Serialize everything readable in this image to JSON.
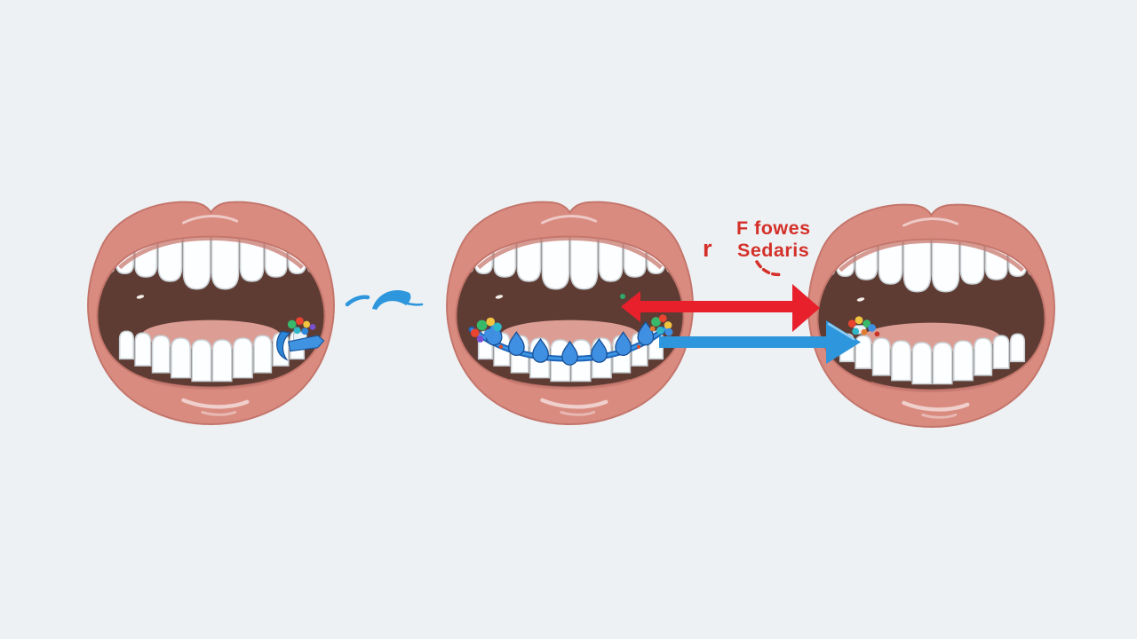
{
  "annotation": {
    "line1": "F fowes",
    "line2": "Sedaris",
    "mark": "r"
  },
  "colors": {
    "background": "#edf1f4",
    "lip": "#d98b80",
    "lip_outline": "#c4756b",
    "lip_shadow": "#c77a6f",
    "mouth_interior": "#5e3c34",
    "inner_lip": "#dc9d94",
    "tooth": "#fdfeff",
    "tooth_outline": "#c9d1d5",
    "annotation_red": "#d43029",
    "red_arrow": "#e7202c",
    "blue_arrow": "#2e96dc",
    "wire_dark": "#1c63b8",
    "wire_light": "#3e97e6",
    "bracket": "#3f8fe2",
    "bracket_outline": "#174e92"
  },
  "mouths": [
    {
      "position": "left",
      "braces": "single colorful bracket on lower-right teeth"
    },
    {
      "position": "middle",
      "braces": "full lower archwire with brackets"
    },
    {
      "position": "right",
      "braces": "clean teeth, no braces"
    }
  ],
  "arrows": [
    {
      "name": "red-arrow",
      "style": "double-headed, large head pointing right"
    },
    {
      "name": "blue-arrow",
      "style": "single-headed, pointing right"
    }
  ]
}
